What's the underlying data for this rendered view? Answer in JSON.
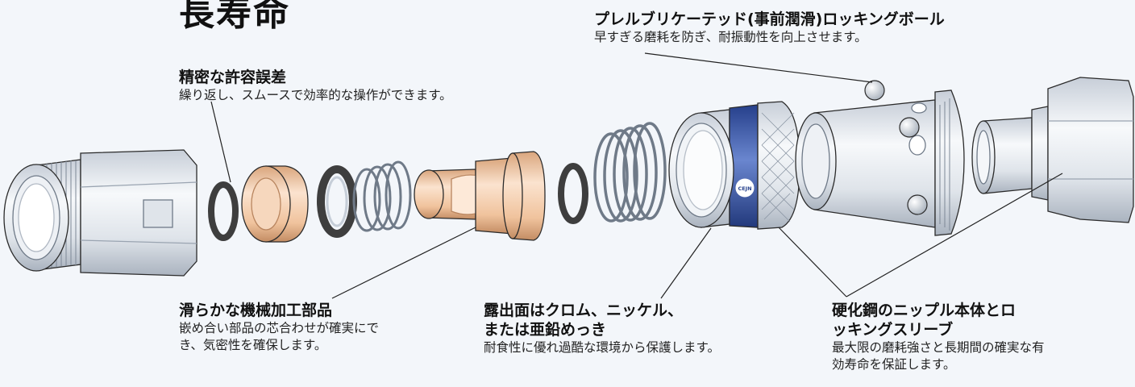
{
  "heading": "長寿命",
  "callouts": {
    "balls": {
      "title": "プレルブリケーテッド(事前潤滑)ロッキングボール",
      "desc": "早すぎる磨耗を防ぎ、耐振動性を向上させます。"
    },
    "tolerance": {
      "title": "精密な許容誤差",
      "desc": "繰り返し、スムースで効率的な操作ができます。"
    },
    "machined": {
      "title": "滑らかな機械加工部品",
      "desc_1": "嵌め合い部品の芯合わせが確実にで",
      "desc_2": "き、気密性を確保します。"
    },
    "plating": {
      "title_1": "露出面はクロム、ニッケル、",
      "title_2": "または亜鉛めっき",
      "desc": "耐食性に優れ過酷な環境から保護します。"
    },
    "steel": {
      "title_1": "硬化鋼のニップル本体とロ",
      "title_2": "ッキングスリーブ",
      "desc_1": "最大限の磨耗強さと長期間の確実な有",
      "desc_2": "効寿命を保証します。"
    }
  },
  "sleeve_logo": "CEJN",
  "colors": {
    "steel": "#e4e8ee",
    "steel_dark": "#8a95a3",
    "brass": "#f2c9a4",
    "brass_dark": "#b98660",
    "oring": "#4a4a4a",
    "blue_band": "#3a55a4",
    "outline": "#2b2b2b"
  }
}
